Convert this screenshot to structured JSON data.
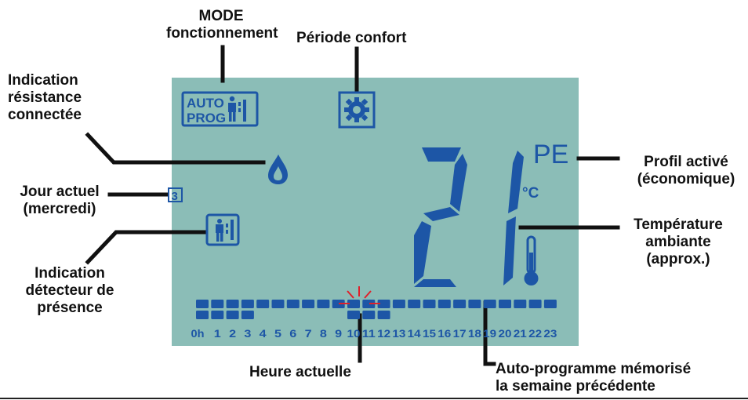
{
  "colors": {
    "lcd_background": "#8bbdb7",
    "lcd_segment": "#1d56a6",
    "current_hour_marker": "#e0202a",
    "callout_text": "#111111",
    "bottom_rule": "#222222"
  },
  "callouts": {
    "mode": {
      "line1": "MODE",
      "line2": "fonctionnement"
    },
    "comfort": "Période confort",
    "resistance": {
      "line1": "Indication",
      "line2": "résistance",
      "line3": "connectée"
    },
    "day": {
      "line1": "Jour actuel",
      "line2": "(mercredi)"
    },
    "presence": {
      "line1": "Indication",
      "line2": "détecteur de",
      "line3": "présence"
    },
    "profile": {
      "line1": "Profil activé",
      "line2": "(économique)"
    },
    "temperature": {
      "line1": "Température",
      "line2": "ambiante",
      "line3": "(approx.)"
    },
    "current_hour": "Heure actuelle",
    "auto_program": {
      "line1": "Auto-programme mémorisé",
      "line2": "la semaine précédente"
    }
  },
  "lcd": {
    "mode_icon": {
      "line1": "AUTO",
      "line2": "PROG"
    },
    "day_number": "3",
    "temperature": "21",
    "unit": "°C",
    "profile_code": "PE",
    "icons": [
      "auto-prog-icon",
      "person-beam-icon",
      "sun-gear-icon",
      "droplet-icon",
      "presence-detector-icon",
      "thermometer-icon"
    ],
    "current_hour": 10,
    "hour_labels": [
      "0h",
      "1",
      "2",
      "3",
      "4",
      "5",
      "6",
      "7",
      "8",
      "9",
      "10",
      "11",
      "12",
      "13",
      "14",
      "15",
      "16",
      "17",
      "18",
      "19",
      "20",
      "21",
      "22",
      "23"
    ],
    "bar_top": [
      1,
      1,
      1,
      1,
      1,
      1,
      1,
      1,
      1,
      1,
      1,
      1,
      1,
      1,
      1,
      1,
      1,
      1,
      1,
      1,
      1,
      1,
      1,
      1
    ],
    "bar_bottom": [
      1,
      1,
      1,
      1,
      0,
      0,
      0,
      0,
      0,
      0,
      1,
      1,
      1,
      0,
      0,
      0,
      0,
      0,
      0,
      0,
      0,
      0,
      0,
      0
    ]
  }
}
